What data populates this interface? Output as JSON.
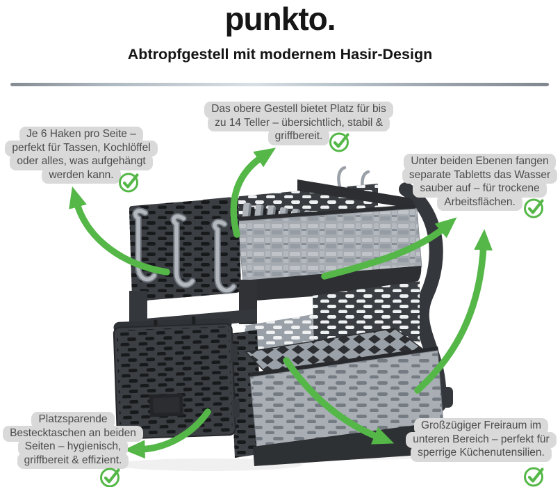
{
  "brand": {
    "logo_text": "punkto",
    "logo_dot": "."
  },
  "header": {
    "title": "Abtropfgestell mit modernem Hasir-Design"
  },
  "callouts": {
    "top": {
      "lines": [
        "Das obere Gestell bietet Platz für bis",
        "zu 14 Teller – übersichtlich, stabil &",
        "griffbereit."
      ]
    },
    "left": {
      "lines": [
        "Je 6 Haken pro Seite –",
        "perfekt für Tassen, Kochlöffel",
        "oder alles, was aufgehängt",
        "werden kann."
      ]
    },
    "right": {
      "lines": [
        "Unter beiden Ebenen fangen",
        "separate Tabletts das Wasser",
        "sauber auf – für trockene",
        "Arbeitsflächen."
      ]
    },
    "bottom_left": {
      "lines": [
        "Platzsparende",
        "Bestecktaschen an beiden",
        "Seiten – hygienisch,",
        "griffbereit & effizient."
      ]
    },
    "bottom_right": {
      "lines": [
        "Großzügiger Freiraum im",
        "unteren Bereich – perfekt für",
        "sperrige Küchenutensilien."
      ]
    }
  },
  "colors": {
    "accent_green": "#55b748",
    "callout_bg": "#d9d9d9",
    "callout_text": "#4b4b4b",
    "heading_text": "#161616",
    "rack_dark": "#34373b",
    "rack_silver": "#a9aeb4"
  }
}
